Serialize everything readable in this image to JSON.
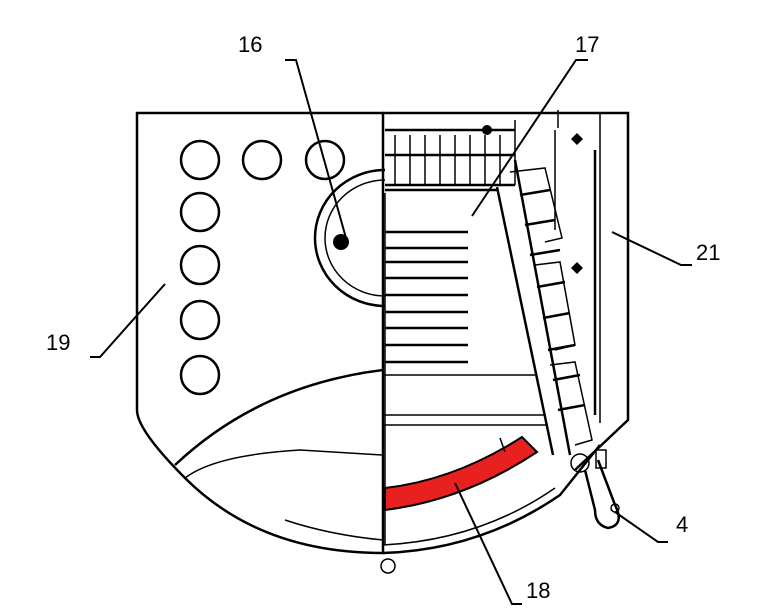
{
  "labels": {
    "l16": "16",
    "l17": "17",
    "l21": "21",
    "l19": "19",
    "l4": "4",
    "l18": "18"
  },
  "colors": {
    "highlight": "#e8201f",
    "line": "#000000"
  }
}
